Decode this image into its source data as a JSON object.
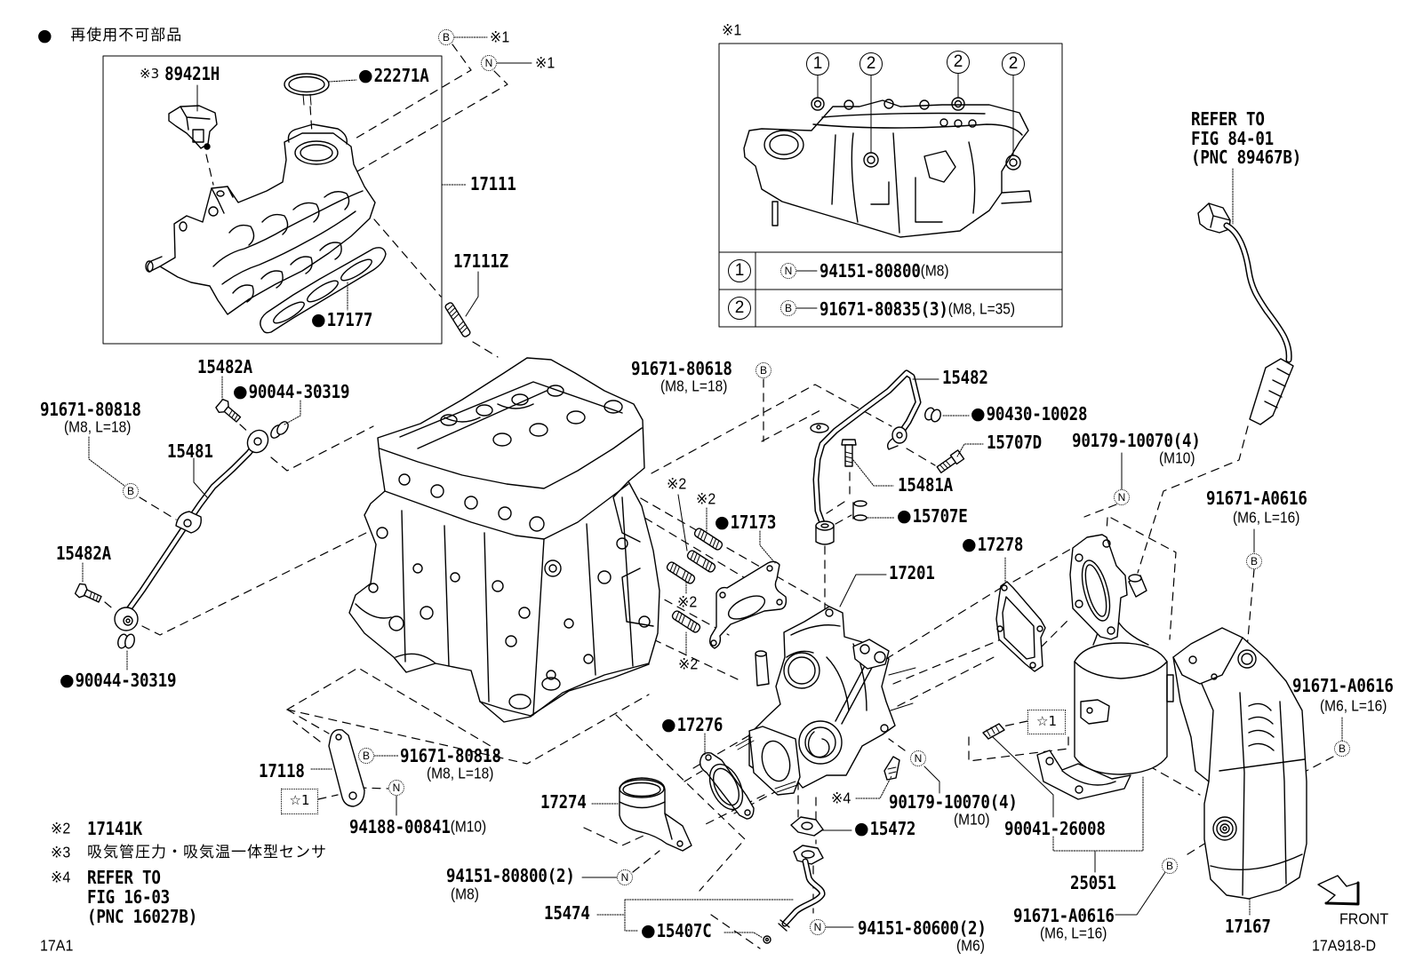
{
  "legend": {
    "mark": "●",
    "text": "再使用不可部品"
  },
  "top_refs": [
    {
      "symbol": "B",
      "ref": "※1"
    },
    {
      "symbol": "N",
      "ref": "※1"
    }
  ],
  "detail_box": {
    "title": "※1",
    "callouts": [
      "1",
      "2",
      "2",
      "2"
    ],
    "rows": [
      {
        "key": "1",
        "symbol": "N",
        "part": "94151-80800",
        "spec": "(M8)"
      },
      {
        "key": "2",
        "symbol": "B",
        "part": "91671-80835(3)",
        "spec": "(M8, L=35)"
      }
    ]
  },
  "o2_sensor_ref": {
    "lines": [
      "REFER TO",
      "FIG 84-01",
      "(PNC 89467B)"
    ]
  },
  "parts": {
    "map_sensor": {
      "note": "※3",
      "part": "89421H"
    },
    "throttle_gasket": {
      "mark": "●",
      "part": "22271A"
    },
    "intake_manifold": {
      "part": "17111"
    },
    "manifold_stud": {
      "part": "17111Z"
    },
    "manifold_gasket": {
      "mark": "●",
      "part": "17177"
    },
    "union_bolt_upper": {
      "part": "15482A"
    },
    "union_gasket_upper": {
      "mark": "●",
      "part": "90044-30319"
    },
    "pipe_bracket_bolt": {
      "symbol": "B",
      "part": "91671-80818",
      "spec": "(M8, L=18)"
    },
    "oil_pipe_15481": {
      "part": "15481"
    },
    "union_bolt_lower": {
      "part": "15482A"
    },
    "union_gasket_lower": {
      "mark": "●",
      "part": "90044-30319"
    },
    "turbo_pipe_bolt": {
      "symbol": "B",
      "part": "91671-80618",
      "spec": "(M8, L=18)"
    },
    "oil_pipe_15482": {
      "part": "15482"
    },
    "union_gasket_90430": {
      "mark": "●",
      "part": "90430-10028"
    },
    "union_bolt_15707d": {
      "part": "15707D"
    },
    "union_bolt_15481a": {
      "part": "15481A"
    },
    "gasket_15707e": {
      "mark": "●",
      "part": "15707E"
    },
    "exhaust_manifold_gasket": {
      "mark": "●",
      "part": "17173"
    },
    "turbocharger": {
      "part": "17201"
    },
    "turbo_outlet_gasket": {
      "mark": "●",
      "part": "17278"
    },
    "converter_nut_upper": {
      "symbol": "N",
      "part": "90179-10070(4)",
      "spec": "(M10)"
    },
    "insulator_bolt_upper": {
      "symbol": "B",
      "part": "91671-A0616",
      "spec": "(M6, L=16)"
    },
    "insulator_bolt_right": {
      "symbol": "B",
      "part": "91671-A0616",
      "spec": "(M6, L=16)"
    },
    "converter_mark": {
      "mark": "☆1"
    },
    "converter_stud": {
      "part": "90041-26008"
    },
    "exhaust_converter": {
      "part": "25051"
    },
    "insulator_bolt_lower": {
      "symbol": "B",
      "part": "91671-A0616",
      "spec": "(M6, L=16)"
    },
    "heat_insulator": {
      "part": "17167"
    },
    "inlet_gasket": {
      "mark": "●",
      "part": "17276"
    },
    "inlet_elbow": {
      "part": "17274"
    },
    "oil_line_ref": {
      "note": "※4"
    },
    "turbo_nut_lower": {
      "symbol": "N",
      "part": "90179-10070(4)",
      "spec": "(M10)"
    },
    "oil_drain_gasket": {
      "mark": "●",
      "part": "15472"
    },
    "elbow_nut": {
      "symbol": "N",
      "part": "94151-80800(2)",
      "spec": "(M8)"
    },
    "oil_drain_pipe": {
      "part": "15474"
    },
    "drain_gasket": {
      "mark": "●",
      "part": "15407C"
    },
    "drain_nut": {
      "symbol": "N",
      "part": "94151-80600(2)",
      "spec": "(M6)"
    },
    "stay_bracket": {
      "part": "17118"
    },
    "bracket_mark": {
      "mark": "☆1"
    },
    "bracket_bolt": {
      "symbol": "B",
      "part": "91671-80818",
      "spec": "(M8, L=18)"
    },
    "bracket_nut": {
      "symbol": "N",
      "part": "94188-00841",
      "spec": "(M10)"
    }
  },
  "stud_marks": [
    "※2",
    "※2",
    "※2",
    "※2"
  ],
  "notes": [
    {
      "mark": "※2",
      "text": "17141K"
    },
    {
      "mark": "※3",
      "text": "吸気管圧力・吸気温一体型センサ"
    },
    {
      "mark": "※4",
      "lines": [
        "REFER TO",
        "FIG 16-03",
        "(PNC 16027B)"
      ]
    }
  ],
  "figure": {
    "left_code": "17A1",
    "right_code": "17A918-D",
    "direction": "FRONT"
  }
}
